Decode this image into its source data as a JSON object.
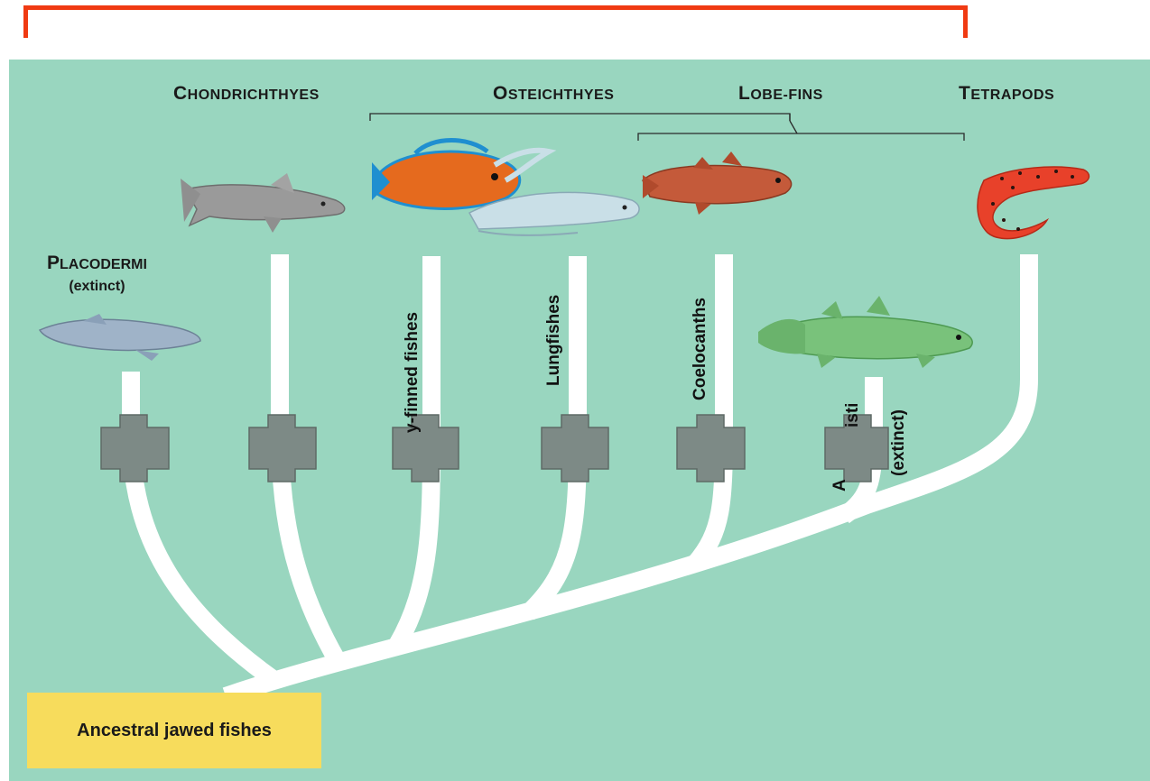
{
  "groups": {
    "chondrichthyes": {
      "first": "C",
      "rest": "HONDRICHTHYES"
    },
    "osteichthyes": {
      "first": "O",
      "rest": "STEICHTHYES"
    },
    "lobe_fins": {
      "first": "L",
      "rest": "OBE-FINS"
    },
    "tetrapods": {
      "first": "T",
      "rest": "ETRAPODS"
    }
  },
  "placodermi": {
    "first": "P",
    "rest": "LACODERMI",
    "note": "(extinct)"
  },
  "lineages": {
    "ray_finned": "y-finned fishes",
    "lungfishes": "Lungfishes",
    "coelacanths": "Coelocanths",
    "rhipidistians_a": "A",
    "rhipidistians_b": "isti",
    "rhipidistians_note": "(extinct)"
  },
  "root": "Ancestral jawed fishes",
  "colors": {
    "background": "#99d6bf",
    "branch": "#ffffff",
    "root_box": "#f7dc5c",
    "bracket": "#f03a12",
    "plus_marker": "#7d8a86"
  }
}
